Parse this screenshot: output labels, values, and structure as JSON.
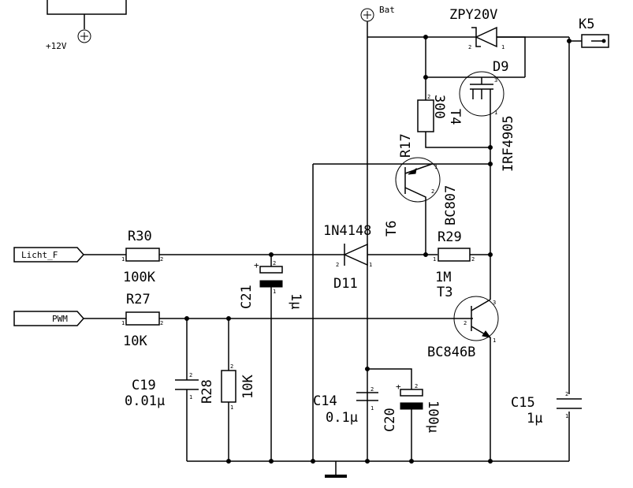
{
  "nets": {
    "v12": "+12V",
    "bat": "Bat"
  },
  "connectors": {
    "k5": "K5"
  },
  "ports": {
    "licht": "Licht_F",
    "pwm": "PWM"
  },
  "resistors": {
    "r30": {
      "ref": "R30",
      "value": "100K"
    },
    "r27": {
      "ref": "R27",
      "value": "10K"
    },
    "r28": {
      "ref": "R28",
      "value": "10K"
    },
    "r17": {
      "ref": "R17",
      "value": "300"
    },
    "r29": {
      "ref": "R29",
      "value": "1M"
    }
  },
  "capacitors": {
    "c21": {
      "ref": "C21",
      "value": "1µ"
    },
    "c19": {
      "ref": "C19",
      "value": "0.01µ"
    },
    "c14": {
      "ref": "C14",
      "value": "0.1µ"
    },
    "c20": {
      "ref": "C20",
      "value": "100µ"
    },
    "c15": {
      "ref": "C15",
      "value": "1µ"
    }
  },
  "diodes": {
    "d9": {
      "ref": "D9",
      "value": "ZPY20V"
    },
    "d11": {
      "ref": "D11",
      "value": "1N4148"
    }
  },
  "transistors": {
    "t4": {
      "ref": "T4",
      "value": "IRF4905"
    },
    "t6": {
      "ref": "T6",
      "value": "BC807"
    },
    "t3": {
      "ref": "T3",
      "value": "BC846B"
    }
  }
}
